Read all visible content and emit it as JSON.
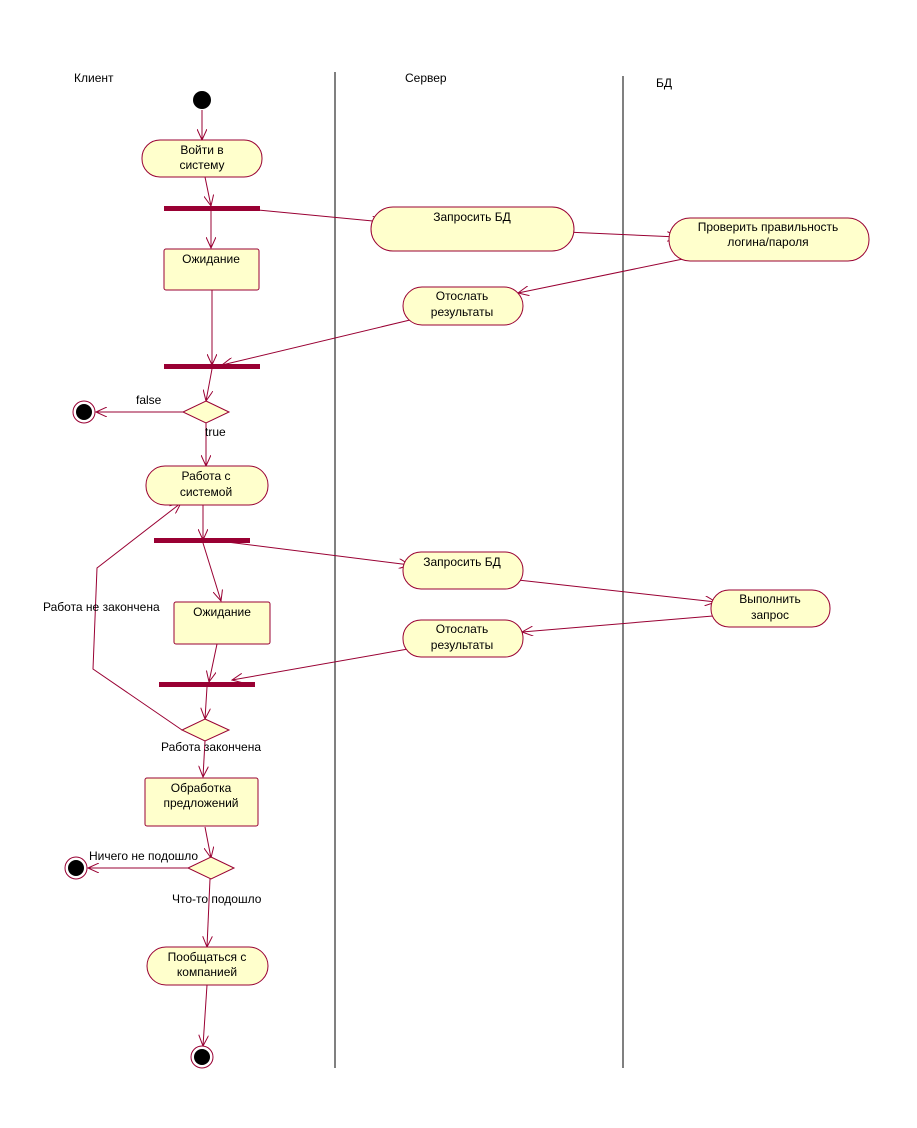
{
  "swimlanes": [
    "Клиент",
    "Сервер",
    "БД"
  ],
  "activities": {
    "login": [
      "Войти в",
      "систему"
    ],
    "wait1": [
      "Ожидание"
    ],
    "query_db1": [
      "Запросить БД"
    ],
    "check_login": [
      "Проверить правильность",
      "логина/пароля"
    ],
    "send_results1": [
      "Отослать",
      "результаты"
    ],
    "work": [
      "Работа с",
      "системой"
    ],
    "query_db2": [
      "Запросить  БД"
    ],
    "wait2": [
      "Ожидание"
    ],
    "execute_query": [
      "Выполнить",
      "запрос"
    ],
    "send_results2": [
      "Отослать",
      "результаты"
    ],
    "process_offers": [
      "Обработка",
      "предложений"
    ],
    "contact_company": [
      "Пообщаться с",
      "компанией"
    ]
  },
  "guards": {
    "false": "false",
    "true": "true",
    "work_not_done": "Работа не закончена",
    "work_done": "Работа закончена",
    "nothing_fit": "Ничего не подошло",
    "something_fit": "Что-то подошло"
  },
  "colors": {
    "node_fill": "#ffffcc",
    "node_stroke": "#990033",
    "bar": "#990033",
    "edge": "#990033",
    "lane_line": "#000000"
  }
}
